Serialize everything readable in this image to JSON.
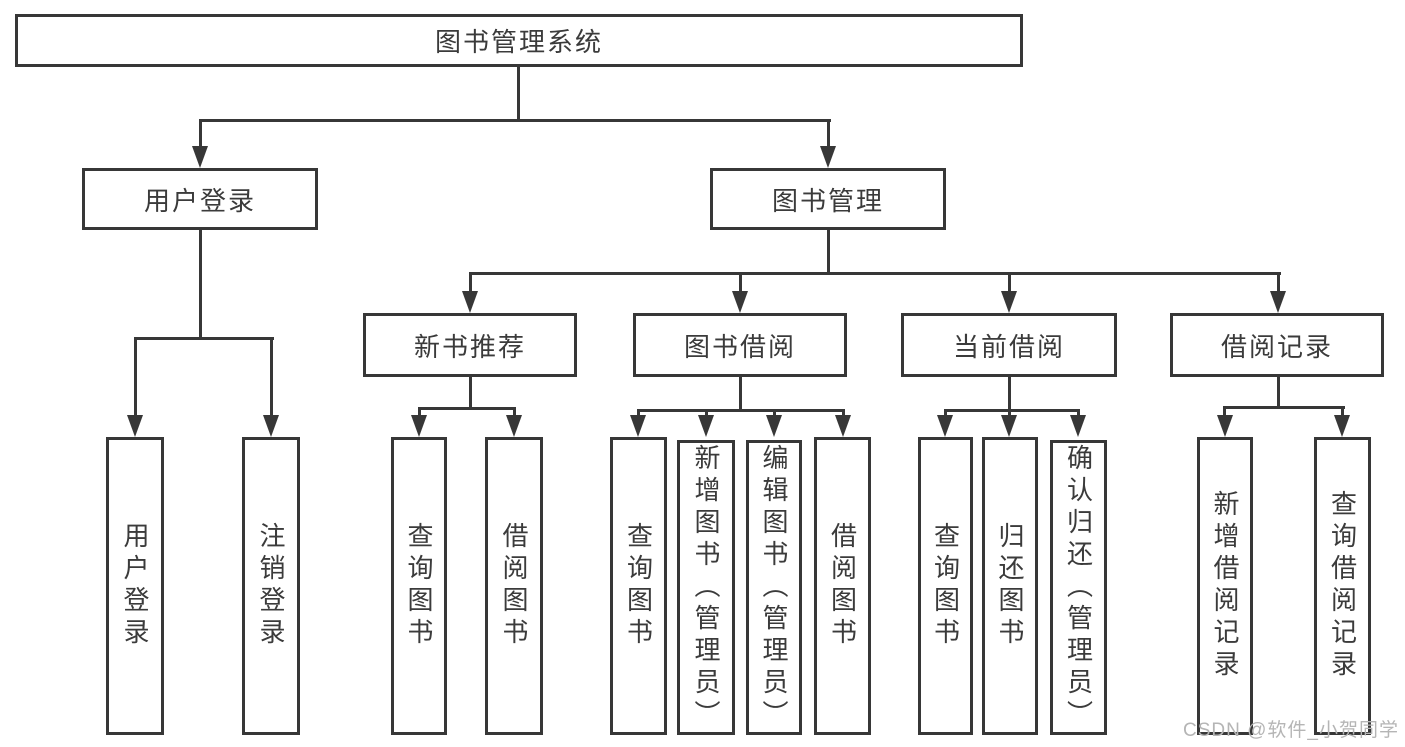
{
  "tree": {
    "root": "图书管理系统",
    "children": [
      {
        "label": "用户登录",
        "children": [
          "用户登录",
          "注销登录"
        ]
      },
      {
        "label": "图书管理",
        "children": [
          {
            "label": "新书推荐",
            "children": [
              "查询图书",
              "借阅图书"
            ]
          },
          {
            "label": "图书借阅",
            "children": [
              "查询图书",
              "新增图书（管理员）",
              "编辑图书（管理员）",
              "借阅图书"
            ]
          },
          {
            "label": "当前借阅",
            "children": [
              "查询图书",
              "归还图书",
              "确认归还（管理员）"
            ]
          },
          {
            "label": "借阅记录",
            "children": [
              "新增借阅记录",
              "查询借阅记录"
            ]
          }
        ]
      }
    ]
  },
  "watermark": "CSDN @软件_小贺同学",
  "colors": {
    "line": "#373737",
    "text": "#3b3b3b",
    "background": "#ffffff",
    "watermark": "#b5b5b5"
  }
}
